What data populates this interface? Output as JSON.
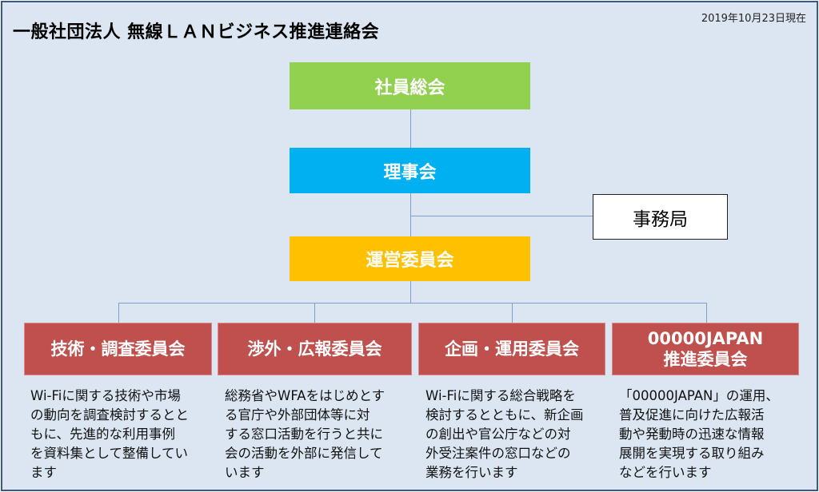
{
  "header": {
    "title": "一般社団法人 無線ＬＡＮビジネス推進連絡会",
    "date": "2019年10月23日現在"
  },
  "nodes": {
    "general_meeting": "社員総会",
    "board": "理事会",
    "secretariat": "事務局",
    "steering": "運営委員会"
  },
  "committees": [
    {
      "name": "技術・調査委員会",
      "desc": "Wi-Fiに関する技術や市場\nの動向を調査検討するとと\nもに、先進的な利用事例\nを資料集として整備してい\nます"
    },
    {
      "name": "渉外・広報委員会",
      "desc": "総務省やWFAをはじめとす\nる官庁や外部団体等に対\nする窓口活動を行うと共に\n会の活動を外部に発信して\nいます"
    },
    {
      "name": "企画・運用委員会",
      "desc": "Wi-Fiに関する総合戦略を\n検討するとともに、新企画\nの創出や官公庁などの対\n外受注案件の窓口などの\n業務を行います"
    },
    {
      "name": "00000JAPAN\n推進委員会",
      "desc": "「00000JAPAN」の運用、\n普及促進に向けた広報活\n動や発動時の迅速な情報\n展開を実現する取り組み\nなどを行います"
    }
  ],
  "colors": {
    "green": "#92d050",
    "blue": "#00b0f0",
    "yellow": "#ffc000",
    "red": "#c0504d"
  }
}
